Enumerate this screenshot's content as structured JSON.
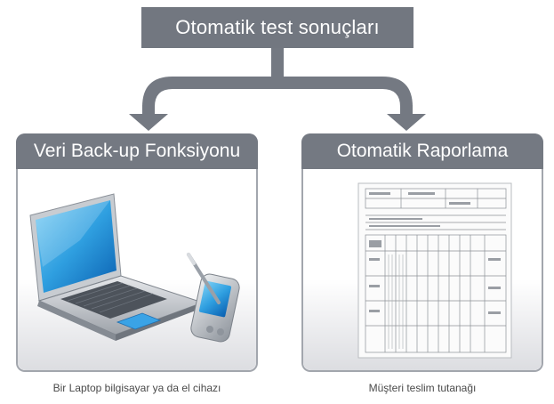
{
  "diagram": {
    "title": "Otomatik test sonuçları",
    "panels": [
      {
        "heading": "Veri Back-up Fonksiyonu",
        "caption": "Bir Laptop bilgisayar ya da el cihazı",
        "image": "laptop-and-pda-illustration"
      },
      {
        "heading": "Otomatik Raporlama",
        "caption": "Müşteri teslim tutanağı",
        "image": "report-document-scan"
      }
    ]
  },
  "colors": {
    "header_bg": "#727780",
    "panel_border": "#a2a6ad",
    "arrow": "#747982"
  }
}
